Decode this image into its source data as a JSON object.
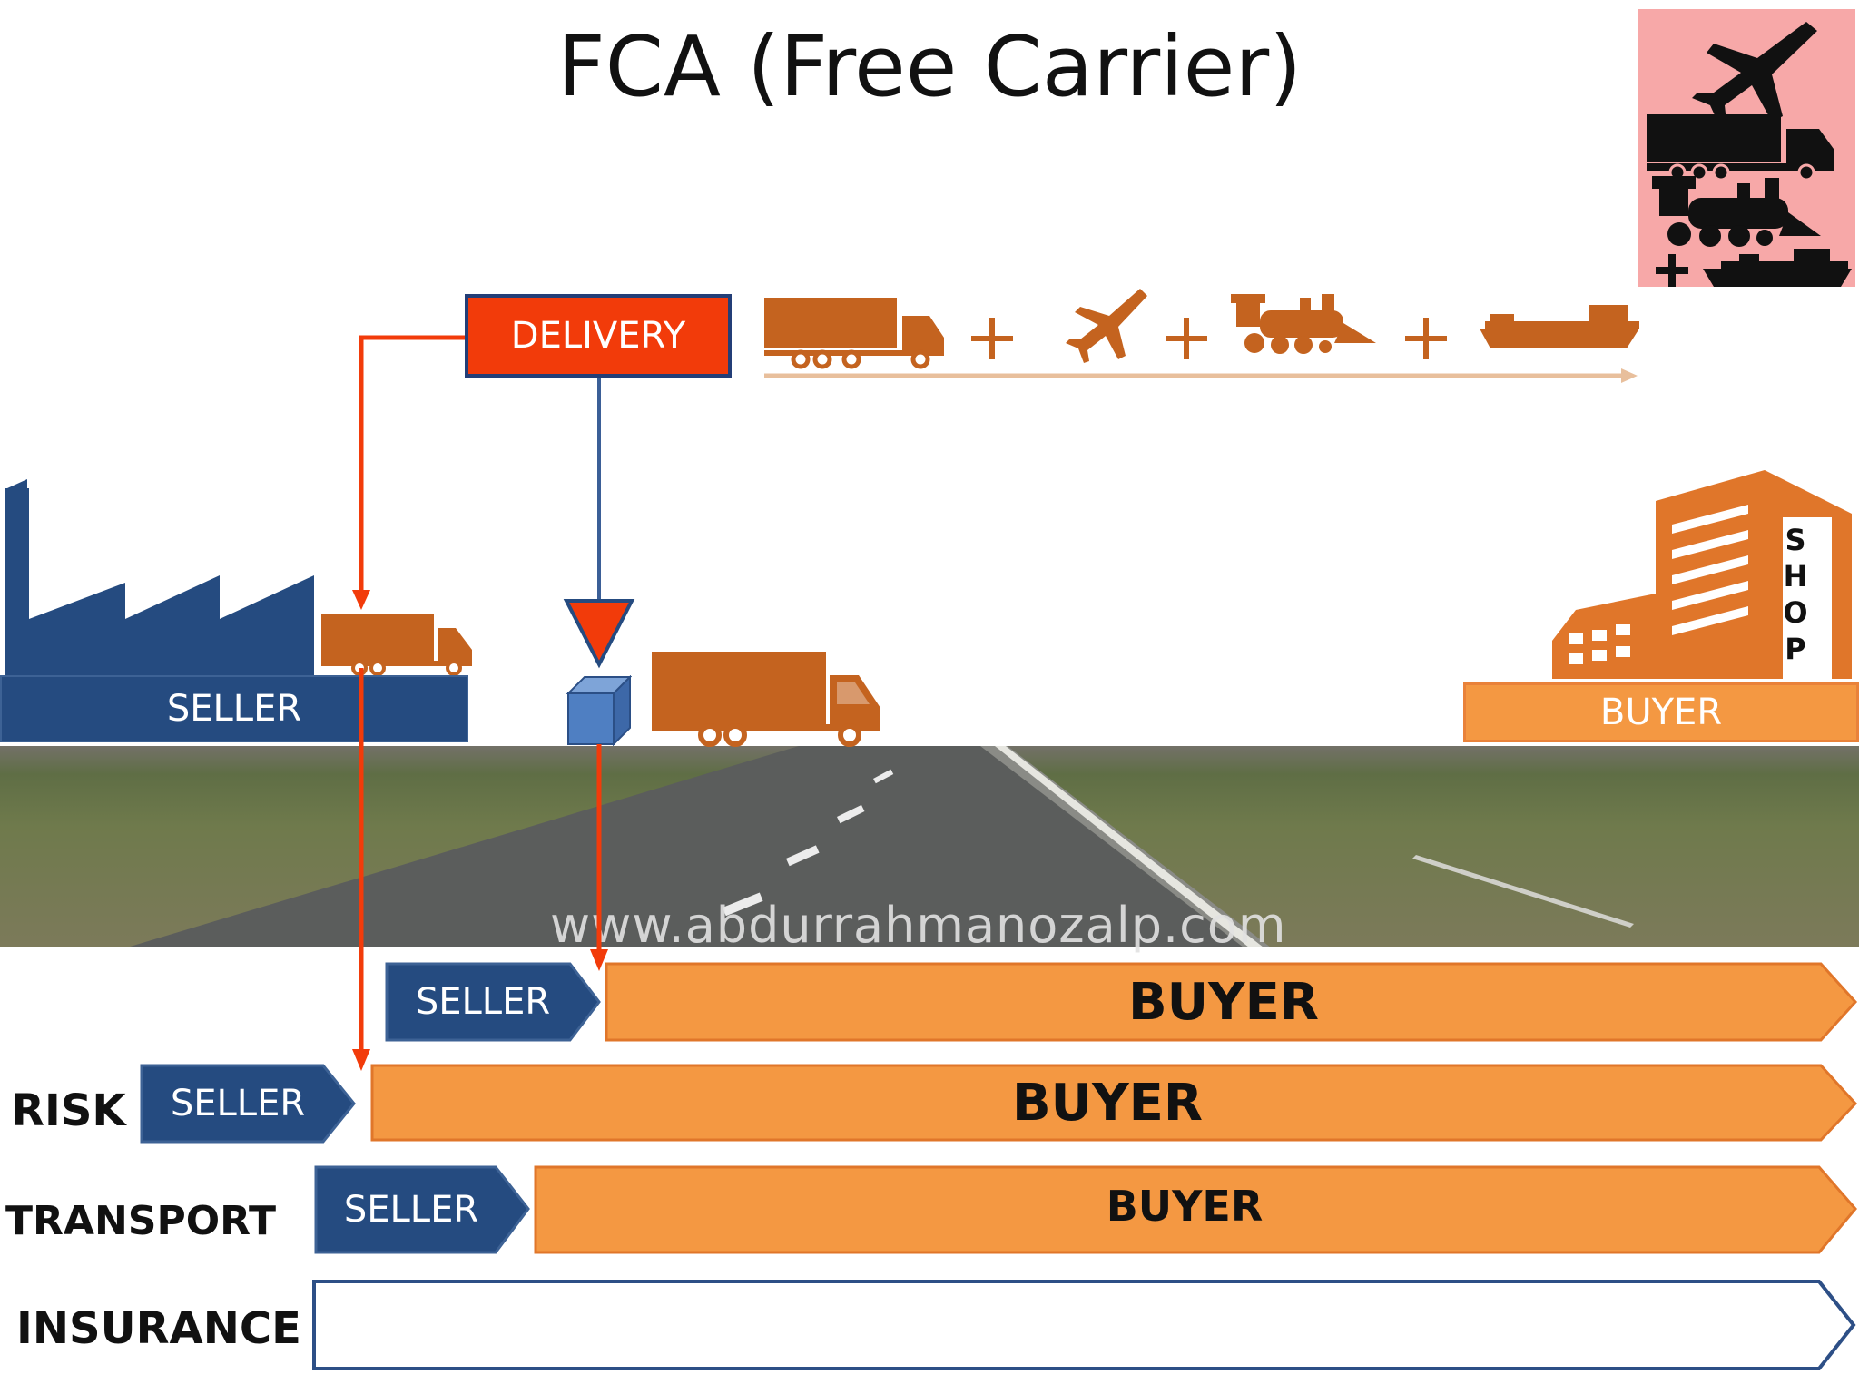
{
  "title": "FCA (Free Carrier)",
  "delivery_label": "DELIVERY",
  "seller_pad_label": "SELLER",
  "buyer_pad_label": "BUYER",
  "shop_letters": [
    "S",
    "H",
    "O",
    "P"
  ],
  "watermark": "www.abdurrahmanozalp.com",
  "transport_modes": [
    "truck-icon",
    "plane-icon",
    "train-icon",
    "ship-icon"
  ],
  "mode_separator": "+",
  "inset_icons": [
    "plane-icon",
    "truck-icon",
    "train-icon",
    "ship-icon"
  ],
  "rows": {
    "delivery": {
      "label": "",
      "seller": "SELLER",
      "buyer": "BUYER"
    },
    "risk": {
      "label": "RISK",
      "seller": "SELLER",
      "buyer": "BUYER"
    },
    "transport": {
      "label": "TRANSPORT",
      "seller": "SELLER",
      "buyer": "BUYER"
    },
    "insurance": {
      "label": "INSURANCE",
      "seller": "",
      "buyer": ""
    }
  },
  "colors": {
    "seller": "#254b80",
    "buyer": "#f49842",
    "delivery": "#f23b0a",
    "transport_icons": "#c4631f",
    "inset_background": "#f7a8a8"
  }
}
